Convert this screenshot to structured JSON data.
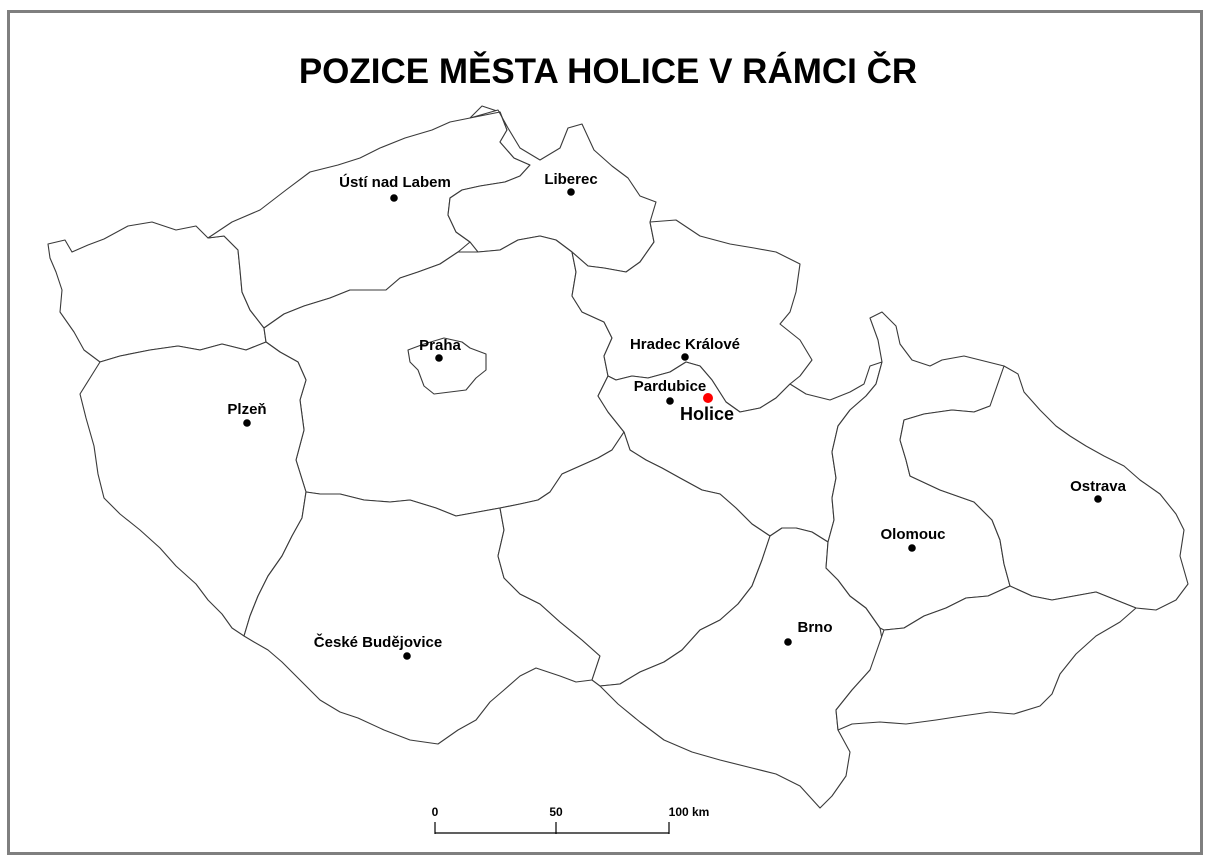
{
  "title": "POZICE MĚSTA HOLICE V RÁMCI ČR",
  "colors": {
    "frame": "#7f7f7f",
    "border": "#3a3a3a",
    "city": "#000000",
    "highlight": "#ff0000"
  },
  "cities": [
    {
      "id": "usti",
      "name": "Ústí nad Labem"
    },
    {
      "id": "liberec",
      "name": "Liberec"
    },
    {
      "id": "praha",
      "name": "Praha"
    },
    {
      "id": "hradec",
      "name": "Hradec Králové"
    },
    {
      "id": "pardubice",
      "name": "Pardubice"
    },
    {
      "id": "plzen",
      "name": "Plzeň"
    },
    {
      "id": "ostrava",
      "name": "Ostrava"
    },
    {
      "id": "olomouc",
      "name": "Olomouc"
    },
    {
      "id": "brno",
      "name": "Brno"
    },
    {
      "id": "budejovice",
      "name": "České Budějovice"
    }
  ],
  "highlight": {
    "name": "Holice"
  },
  "scale": {
    "labels": [
      "0",
      "50",
      "100 km"
    ]
  }
}
